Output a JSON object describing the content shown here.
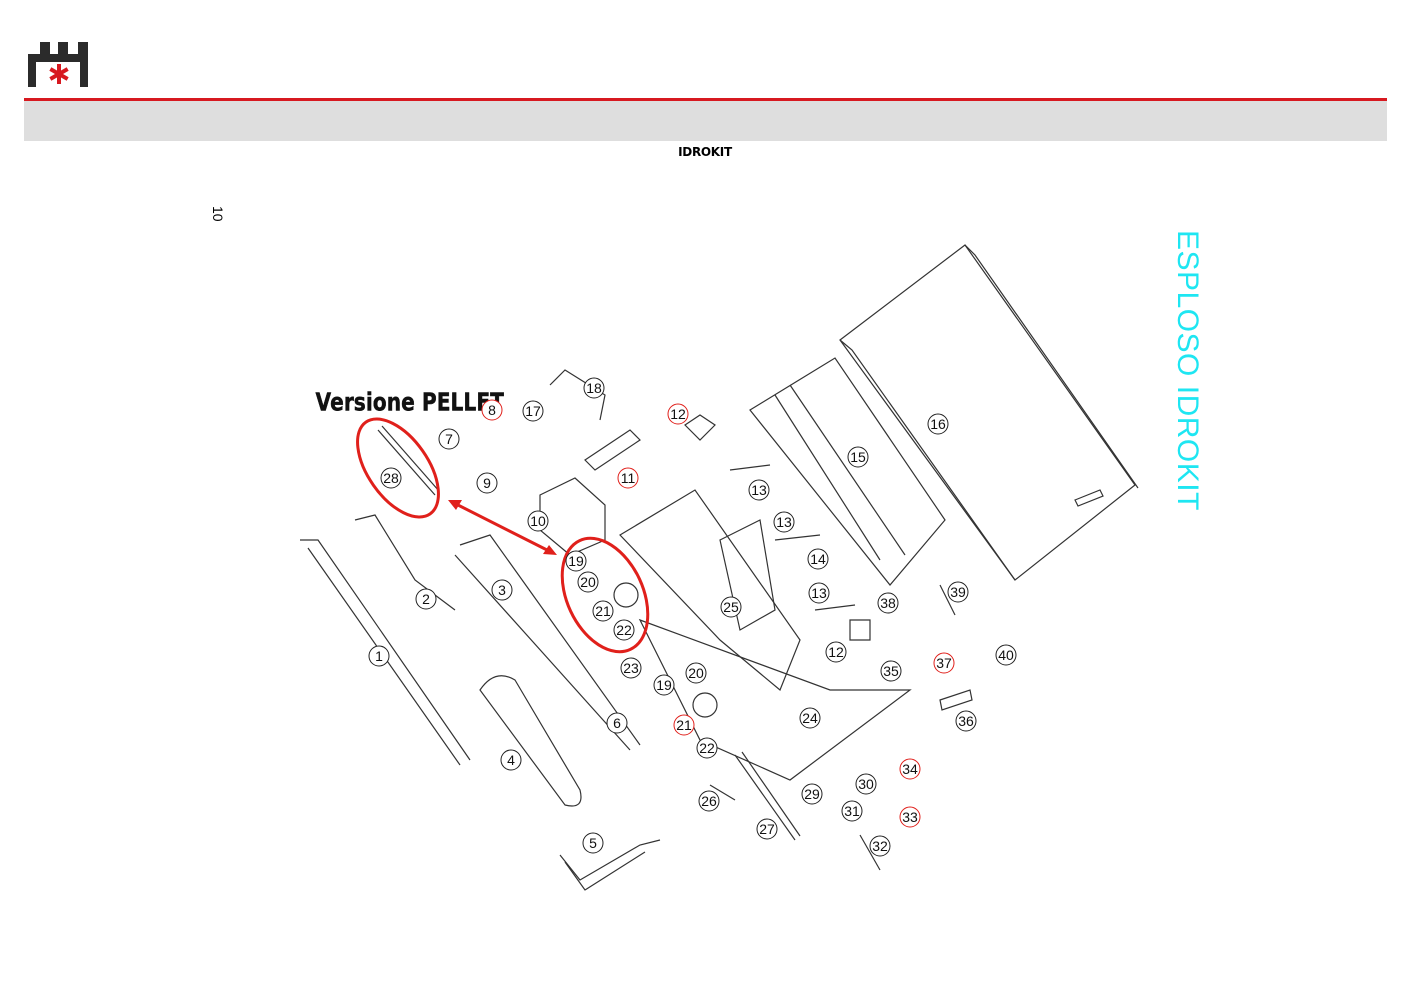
{
  "header": {
    "brand_color": "#d71920",
    "band_color": "#dedede",
    "section_title": "IDROKIT"
  },
  "page": {
    "number": "10",
    "vertical_title": "ESPLOSO IDROKIT",
    "vertical_title_color": "#1ee6f2"
  },
  "diagram": {
    "pellet_label": "Versione PELLET",
    "highlight_color": "#e0201b",
    "callouts": [
      "1",
      "2",
      "3",
      "4",
      "5",
      "6",
      "7",
      "8",
      "9",
      "10",
      "11",
      "12",
      "12",
      "13",
      "13",
      "13",
      "14",
      "15",
      "16",
      "17",
      "18",
      "19",
      "19",
      "20",
      "20",
      "21",
      "21",
      "22",
      "22",
      "23",
      "24",
      "25",
      "26",
      "27",
      "28",
      "29",
      "30",
      "31",
      "32",
      "33",
      "34",
      "35",
      "36",
      "37",
      "38",
      "39",
      "40"
    ]
  }
}
